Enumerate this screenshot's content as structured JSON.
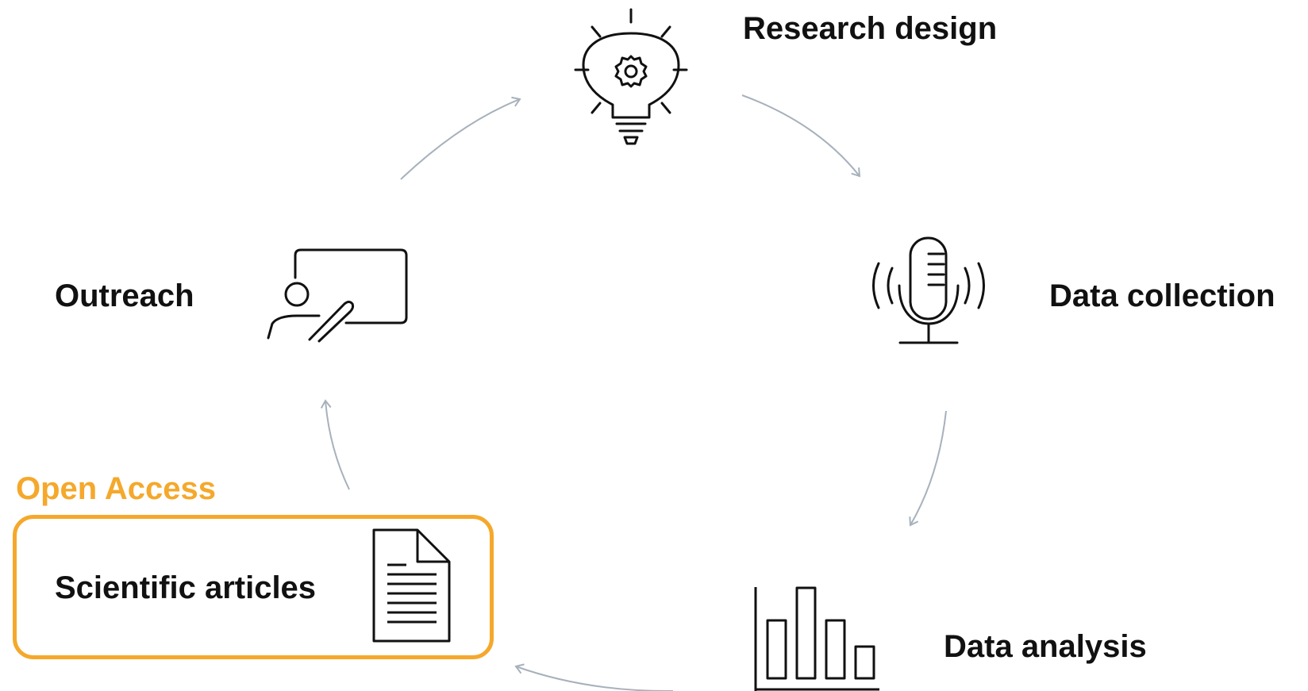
{
  "stages": {
    "research_design": "Research design",
    "data_collection": "Data collection",
    "data_analysis": "Data analysis",
    "scientific_articles": "Scientific articles",
    "outreach": "Outreach"
  },
  "highlight": {
    "label": "Open Access",
    "color": "#f5a82b"
  },
  "icons": {
    "research_design": "lightbulb-gear-icon",
    "data_collection": "microphone-icon",
    "data_analysis": "bar-chart-icon",
    "scientific_articles": "document-icon",
    "outreach": "presentation-board-icon"
  },
  "arrow_color": "#a7b1bc"
}
